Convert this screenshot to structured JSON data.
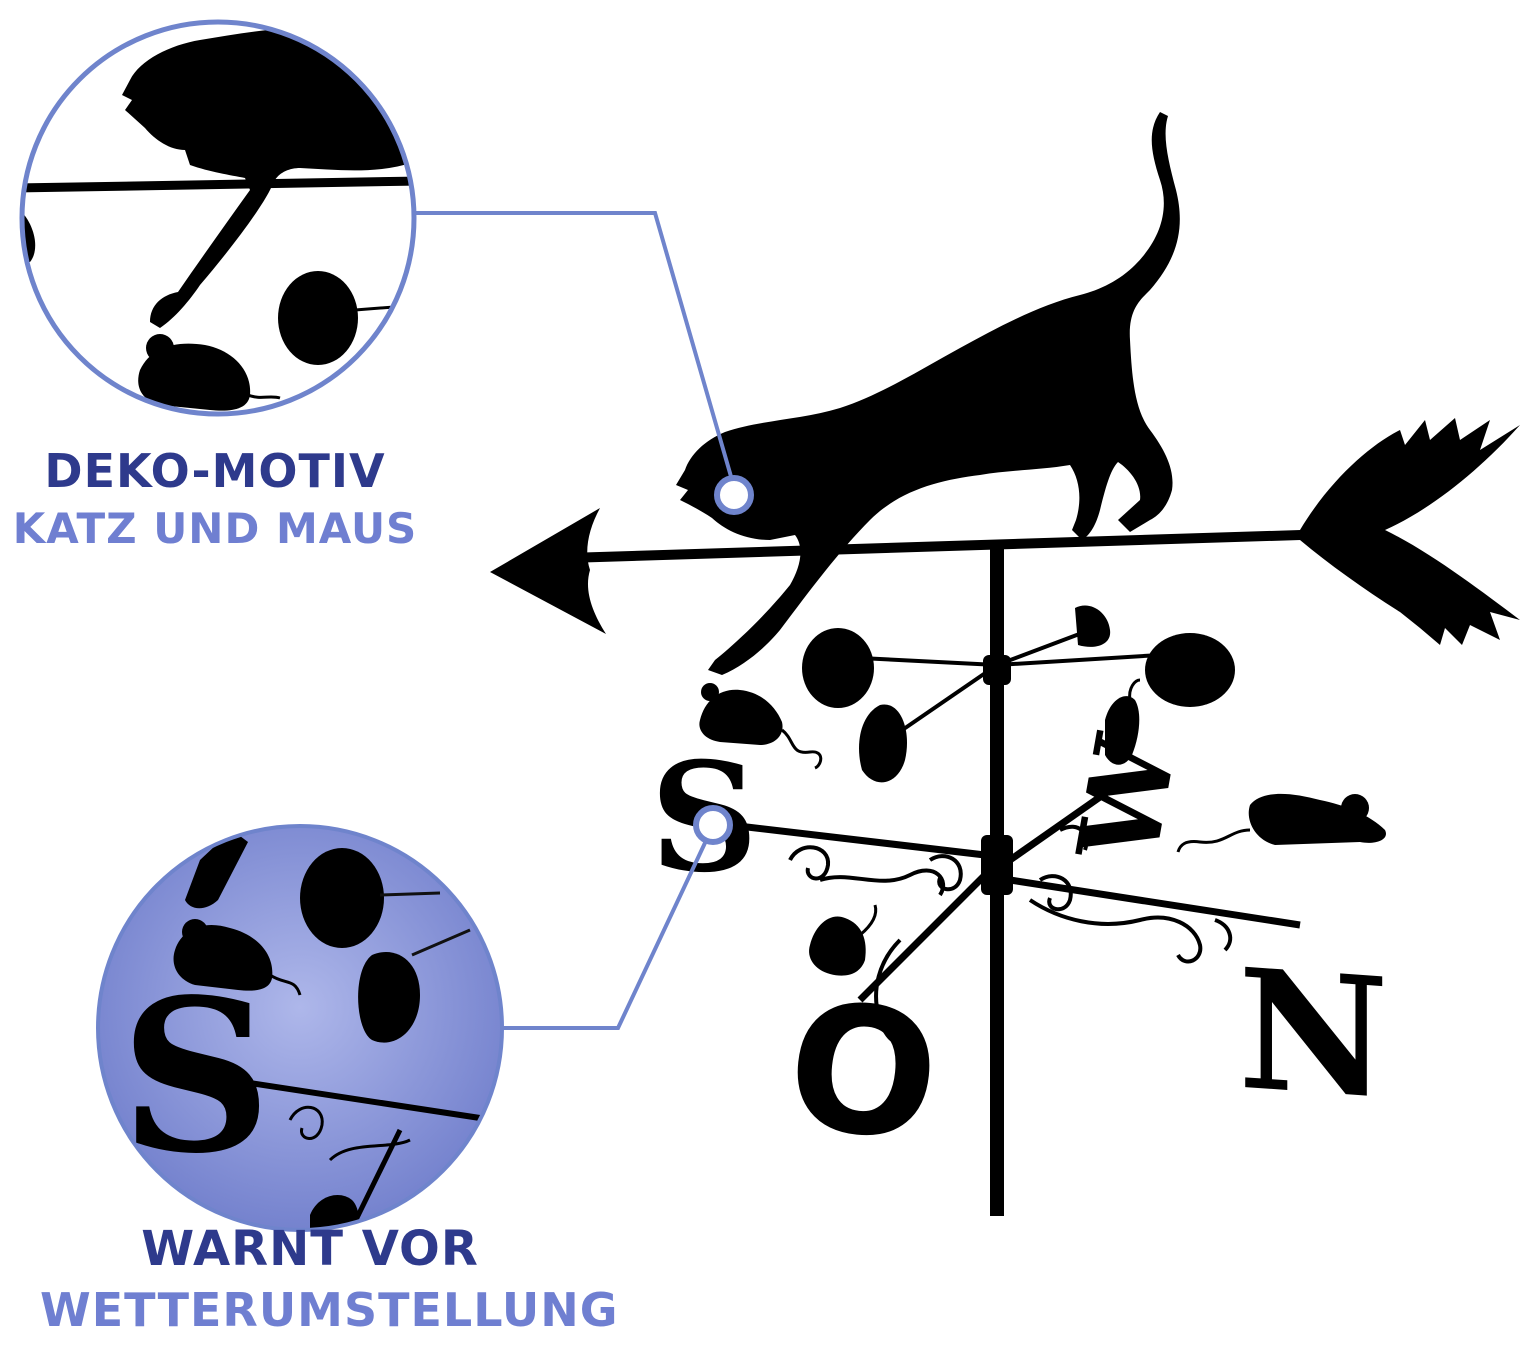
{
  "colors": {
    "dark_blue": "#2e3a8c",
    "light_blue": "#6f7fd1",
    "connector": "#6f84cc",
    "silhouette": "#000000",
    "sky": "#8592d6"
  },
  "callouts": [
    {
      "line1": "DEKO-MOTIV",
      "line2": "KATZ UND MAUS",
      "icon": "cat-mouse-zoom"
    },
    {
      "line1": "WARNT VOR",
      "line2": "WETTERUMSTELLUNG",
      "icon": "letter-s-cups-zoom"
    }
  ],
  "compass_letters": {
    "south": "S",
    "west": "W",
    "north": "N",
    "east": "O"
  },
  "icons": [
    "cat-icon",
    "mouse-icon",
    "arrow-icon",
    "wind-cup-icon",
    "pole-icon"
  ]
}
